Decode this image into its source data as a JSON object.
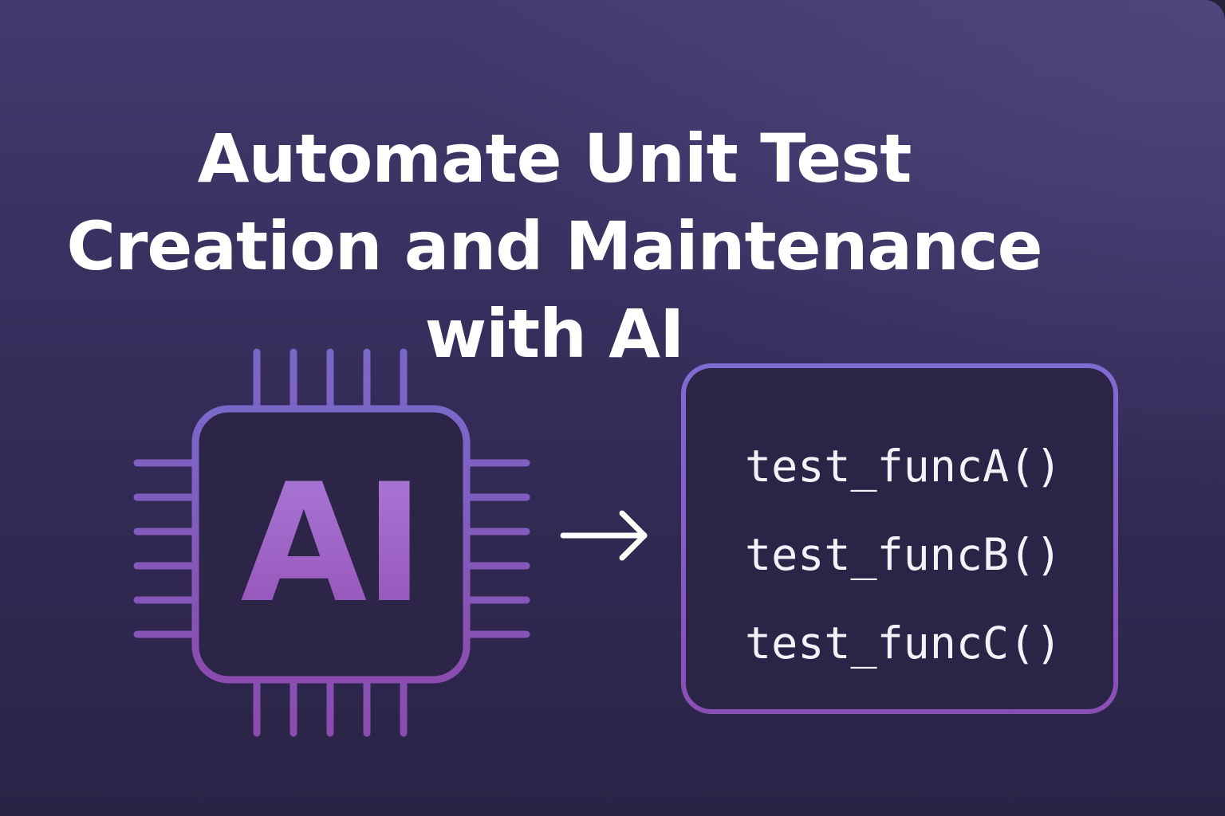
{
  "headline": {
    "lines": [
      "Automate Unit Test",
      "Creation and Maintenance",
      "with AI"
    ]
  },
  "chip": {
    "label": "AI",
    "icon": "ai-chip-icon",
    "colors": {
      "stroke_top": "#7a68c9",
      "stroke_bottom": "#8b4cae",
      "label_top": "#b084e0",
      "label_bottom": "#8e47ad",
      "body": "#2c2548"
    }
  },
  "arrow": {
    "icon": "arrow-right-icon",
    "color": "#ffffff"
  },
  "code_panel": {
    "functions": [
      "test_funcA()",
      "test_funcB()",
      "test_funcC()"
    ],
    "colors": {
      "border_top": "#7f6cd2",
      "border_bottom": "#8a4fb5",
      "background": "#2b2446",
      "text": "#f4f2f9"
    }
  },
  "background": {
    "top": "#433a6e",
    "bottom": "#2a2346"
  }
}
